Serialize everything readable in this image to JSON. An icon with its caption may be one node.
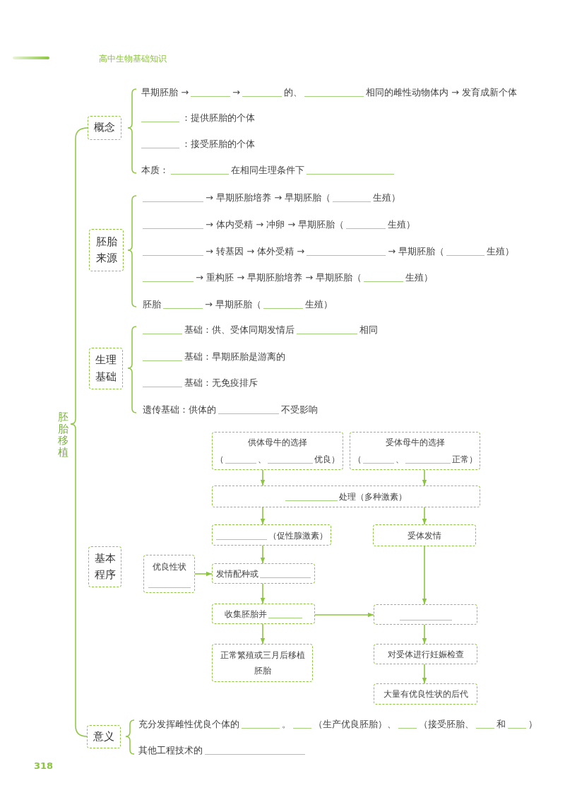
{
  "diagram": {
    "nodes": [
      {
        "text": [
          "概念"
        ]
      },
      {
        "text": [
          "胚胎来源"
        ]
      },
      {
        "text": [
          "生理基础"
        ]
      },
      {
        "text": [
          "基本程序"
        ]
      },
      {
        "text": [
          "意义"
        ]
      },
      {
        "text": [
          "供体母牛的选择",
          "（",
          "、",
          "优良）"
        ]
      },
      {
        "text": [
          "受体母牛的选择",
          "（",
          "、",
          "正常）"
        ]
      },
      {
        "text": [
          "处理（多种激素）"
        ]
      },
      {
        "text": [
          "（促性腺激素）"
        ]
      },
      {
        "text": [
          "受体发情"
        ]
      },
      {
        "text": [
          "优良性状"
        ]
      },
      {
        "text": [
          "发情配种或"
        ]
      },
      {
        "text": [
          "收集胚胎并"
        ]
      },
      {
        "text": [],
        "shape": "box"
      },
      {
        "text": [
          "正常繁殖或三月后移植胚胎"
        ]
      },
      {
        "text": [
          "对受体进行妊娠检查"
        ]
      },
      {
        "text": [
          "大量有优良性状的后代"
        ]
      }
    ],
    "edges": [
      {
        "from": 5,
        "to": 7,
        "arrow": "to"
      },
      {
        "from": 6,
        "to": 7,
        "arrow": "to"
      },
      {
        "from": 7,
        "to": 8,
        "arrow": "to"
      },
      {
        "from": 7,
        "to": 9,
        "arrow": "to"
      },
      {
        "from": 8,
        "to": 11,
        "arrow": "to"
      },
      {
        "from": 10,
        "to": 11,
        "arrow": "to"
      },
      {
        "from": 11,
        "to": 12,
        "arrow": "to"
      },
      {
        "from": 12,
        "to": 13,
        "arrow": "to"
      },
      {
        "from": 12,
        "to": 14,
        "arrow": "to"
      },
      {
        "from": 9,
        "to": 13,
        "arrow": "to"
      },
      {
        "from": 13,
        "to": 15,
        "arrow": "to"
      },
      {
        "from": 15,
        "to": 16,
        "arrow": "to"
      }
    ],
    "labels": [
      "高中生物基础知识",
      "胚胎移植",
      "早期胚胎 →",
      "→",
      "的、",
      "相同的雌性动物体内 → 发育成新个体",
      "：提供胚胎的个体",
      "：接受胚胎的个体",
      "本质：",
      "在相同生理条件下",
      "→ 早期胚胎培养 → 早期胚胎（",
      "生殖）",
      "→ 体内受精 → 冲卵 → 早期胚胎（",
      "生殖）",
      "→ 转基因 → 体外受精 →",
      "→ 早期胚胎（",
      "生殖）",
      "→ 重构胚 → 早期胚胎培养 → 早期胚胎（",
      "生殖）",
      "胚胎",
      "→ 早期胚胎（",
      "生殖）",
      "基础：供、受体同期发情后",
      "相同",
      "基础：早期胚胎是游离的",
      "基础：无免疫排斥",
      "遗传基础：供体的",
      "不受影响",
      "充分发挥雌性优良个体的",
      "。",
      "（生产优良胚胎）、",
      "（接受胚胎、",
      "和",
      "）",
      "其他工程技术的",
      "318"
    ]
  }
}
